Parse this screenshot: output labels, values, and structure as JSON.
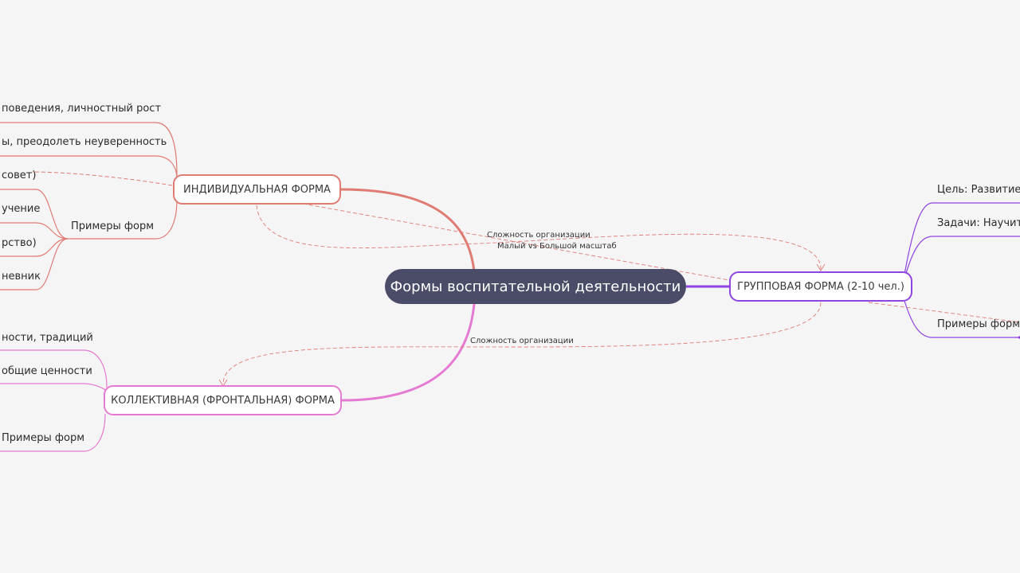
{
  "root": {
    "label": "Формы воспитательной деятельности"
  },
  "branches": {
    "individual": {
      "label": "ИНДИВИДУАЛЬНАЯ ФОРМА",
      "color": "#e07b73",
      "leaves": [
        "поведения, личностный рост",
        "ы, преодолеть неуверенность",
        "совет)"
      ],
      "examples": {
        "label": "Примеры форм",
        "items": [
          "учение",
          "рство)",
          "невник"
        ]
      }
    },
    "collective": {
      "label": "КОЛЛЕКТИВНАЯ (ФРОНТАЛЬНАЯ) ФОРМА",
      "color": "#e57ad3",
      "leaves": [
        "ности, традиций",
        "общие ценности"
      ],
      "examples": {
        "label": "Примеры форм"
      }
    },
    "group": {
      "label": "ГРУППОВАЯ ФОРМА (2-10 чел.)",
      "color": "#8f45e0",
      "leaves": [
        "Цель: Развитие н",
        "Задачи: Научить"
      ],
      "examples": {
        "label": "Примеры форм"
      }
    }
  },
  "relations": {
    "r1": "Сложность организации",
    "r2": "Малый vs Большой масштаб",
    "r3": "Сложность организации"
  },
  "colors": {
    "background": "#f5f5f5",
    "root_fill": "#4a4c68",
    "relation_line": "#e07b73"
  }
}
